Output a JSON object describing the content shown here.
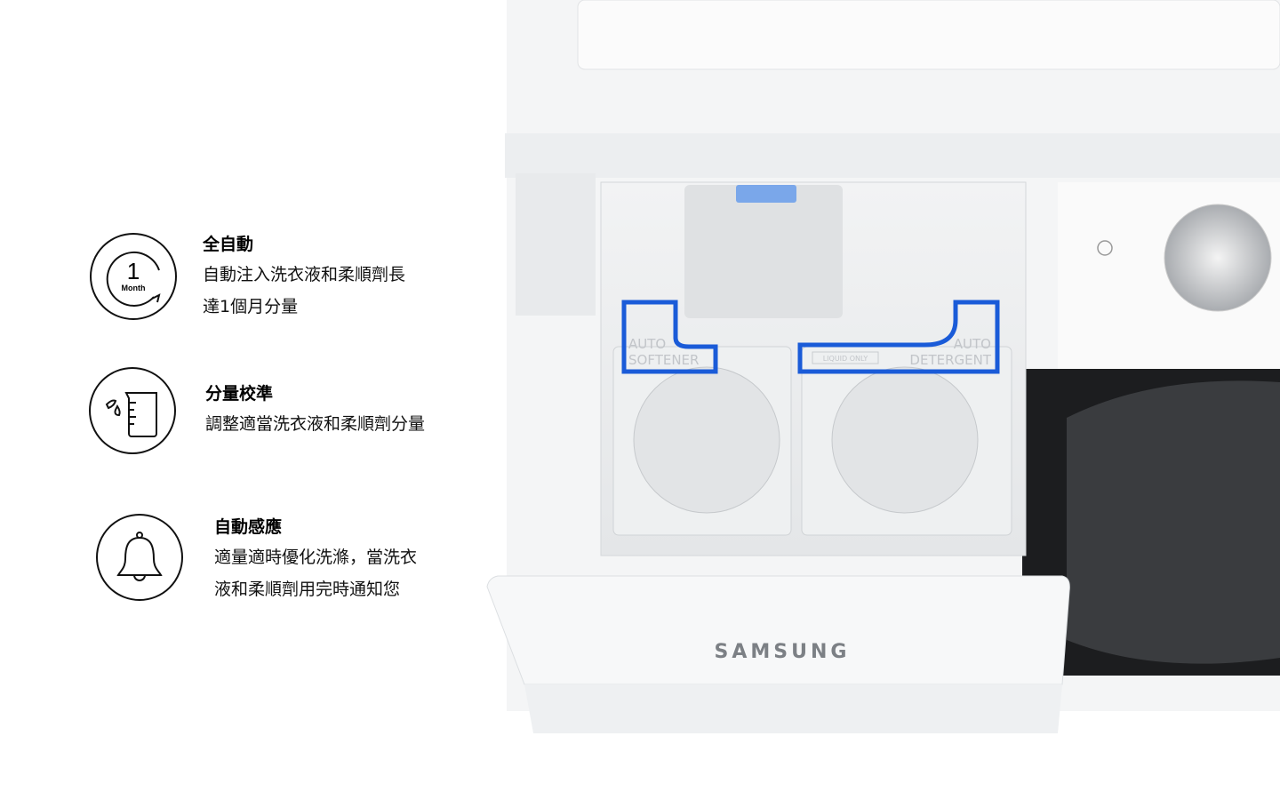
{
  "features": [
    {
      "icon": "one-month-icon",
      "icon_number": "1",
      "icon_caption": "Month",
      "title": "全自動",
      "description_lines": [
        "自動注入洗衣液和柔順劑長",
        "達1個月分量"
      ]
    },
    {
      "icon": "measuring-cup-drops-icon",
      "title": "分量校準",
      "description_lines": [
        "調整適當洗衣液和柔順劑分量"
      ]
    },
    {
      "icon": "bell-icon",
      "title": "自動感應",
      "description_lines": [
        "適量適時優化洗滌，當洗衣",
        "液和柔順劑用完時通知您"
      ]
    }
  ],
  "product": {
    "brand": "SAMSUNG",
    "softener_label": [
      "AUTO",
      "SOFTENER"
    ],
    "detergent_label": [
      "AUTO",
      "DETERGENT"
    ],
    "liquid_only": "LIQUID ONLY",
    "highlight_color": "#1a5bd8"
  }
}
